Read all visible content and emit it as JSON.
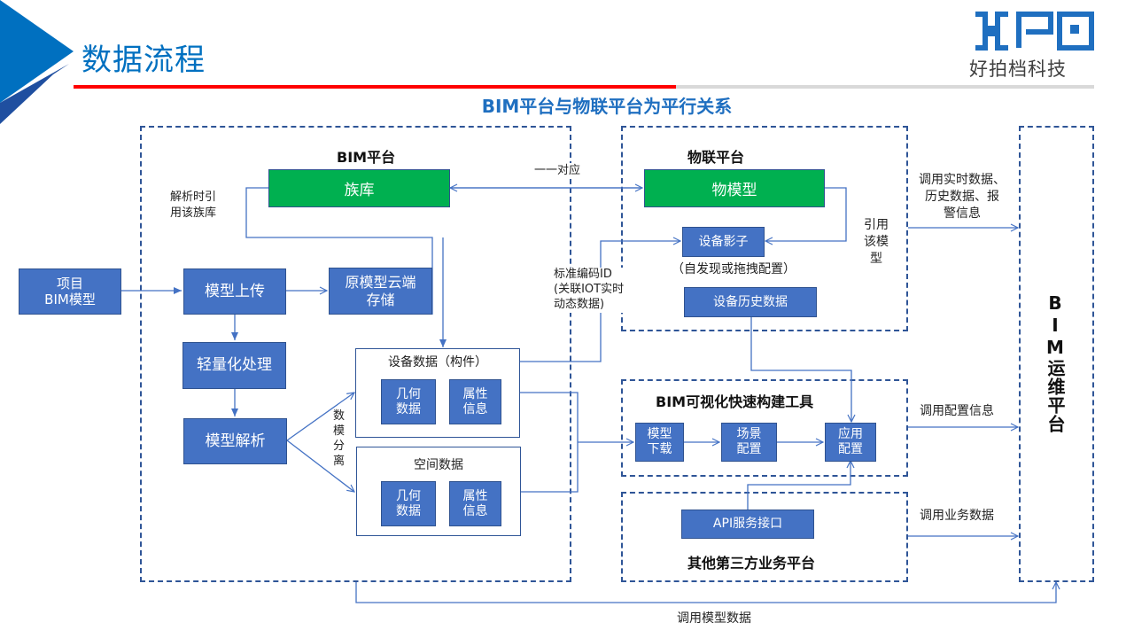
{
  "header": {
    "title": "数据流程",
    "logo_mark": "HPD",
    "logo_text": "好拍档科技",
    "subtitle": "BIM平台与物联平台为平行关系"
  },
  "colors": {
    "accent_blue": "#4472C4",
    "green": "#00B050",
    "title_blue": "#0070C0",
    "red_rule": "#FF0000"
  },
  "project_model": "项目\nBIM模型",
  "bim_platform": {
    "title": "BIM平台",
    "family_lib": "族库",
    "family_note": "解析时引\n用该族库",
    "upload": "模型上传",
    "cloud_storage": "原模型云端\n存储",
    "lightweight": "轻量化处理",
    "parse": "模型解析",
    "separation_label": "数\n模\n分\n离",
    "device_data": {
      "title": "设备数据（构件）",
      "geometry": "几何\n数据",
      "attributes": "属性\n信息"
    },
    "space_data": {
      "title": "空间数据",
      "geometry": "几何\n数据",
      "attributes": "属性\n信息"
    }
  },
  "mapping_label": "一一对应",
  "code_id_label": "标准编码ID\n(关联IOT实时\n动态数据)",
  "iot_platform": {
    "title": "物联平台",
    "thing_model": "物模型",
    "device_shadow": "设备影子",
    "shadow_note": "（自发现或拖拽配置）",
    "device_history": "设备历史数据",
    "ref_label": "引用\n该模\n型"
  },
  "viz_tool": {
    "title": "BIM可视化快速构建工具",
    "download": "模型\n下载",
    "scene_config": "场景\n配置",
    "app_config": "应用\n配置"
  },
  "third_party": {
    "title": "其他第三方业务平台",
    "api": "API服务接口"
  },
  "ops_platform": {
    "title": "BIM运维平台"
  },
  "flows": {
    "realtime": "调用实时数据、\n历史数据、报\n警信息",
    "config": "调用配置信息",
    "business": "调用业务数据",
    "model": "调用模型数据"
  }
}
